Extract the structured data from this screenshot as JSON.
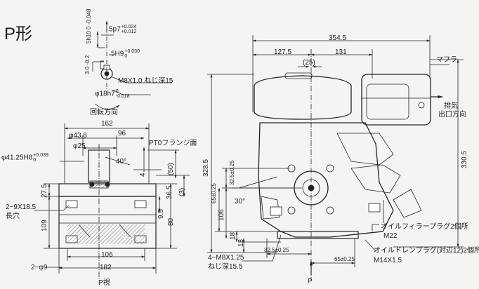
{
  "title": "P形",
  "top_left_dims": {
    "keyway_width": "5p7",
    "keyway_width_tol_upper": "+0.024",
    "keyway_width_tol_lower": "+0.012",
    "key_height": "5h10",
    "key_height_tol_upper": "0",
    "key_height_tol_lower": "-0.048",
    "key_depth": "3",
    "key_depth_tol_upper": "0",
    "key_depth_tol_lower": "-0.2",
    "key_5h9": "5H9",
    "key_5h9_tol_upper": "+0.030",
    "key_5h9_tol_lower": "0",
    "thread": "M8X1.0 ねじ深15",
    "shaft_dia": "φ18h7",
    "shaft_dia_tol_upper": "0",
    "shaft_dia_tol_lower": "-0.018",
    "rotation": "回転方向"
  },
  "left_view": {
    "width_162": "162",
    "dia_43_6": "φ43.6",
    "dim_96": "96",
    "dia_25": "φ25",
    "pto_flange": "PT0フランジ面",
    "bore": "φ41.25H8",
    "bore_tol_upper": "+0.039",
    "bore_tol_lower": "0",
    "angle_40": "40°",
    "dim_4": "4",
    "dim_50": "(50)",
    "dim_27_5": "27.5",
    "dim_36_5": "36.5",
    "dim_3": "(3)",
    "slots": "2−9X18.5",
    "slots_note": "長穴",
    "dim_9_5": "9.5",
    "dim_80": "80",
    "dim_109": "109",
    "dim_106": "106",
    "holes": "2−φ9",
    "dim_182": "182",
    "view_label": "P視"
  },
  "right_view": {
    "dim_354_5": "354.5",
    "dim_127_5": "127.5",
    "dim_131": "131",
    "dim_25": "(25)",
    "muffler": "マフラ",
    "exhaust_line1": "排気",
    "exhaust_line2": "出口方向",
    "dim_328_5": "328.5",
    "dim_330_5": "330.5",
    "dim_32_5_v": "32.5±0.25",
    "dim_65_v": "65±0.25",
    "angle_30": "30°",
    "dim_106": "106",
    "dim_18": "18",
    "dim_13": "13",
    "oil_filler": "オイルフィラープラグ2個所",
    "oil_filler_thread": "M22",
    "bolt_holes": "4−M8X1.25",
    "bolt_depth": "ねじ深15.5",
    "dim_32_5_h": "32.5±0.25",
    "dim_65_h": "65±0.25",
    "oil_drain": "オイルドレンプラグ(対辺12)2個所",
    "oil_drain_thread": "M14X1.5",
    "view_arrow": "P"
  }
}
